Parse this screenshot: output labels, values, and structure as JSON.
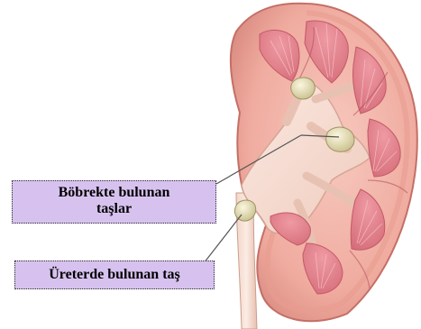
{
  "labels": {
    "kidney_stones": {
      "line1": "Böbrekte bulunan",
      "line2": "taşlar"
    },
    "ureter_stone": {
      "text": "Üreterde bulunan taş"
    }
  },
  "colors": {
    "label_background": "#d7c2ef",
    "cortex": "#f3b6ac",
    "medulla": "#e98a93",
    "pelvis": "#f7ddd4",
    "stone": "#e9e2b8",
    "leader_line": "#555555"
  },
  "icons": {
    "kidney": "kidney-illustration",
    "stone": "kidney-stone-icon"
  }
}
